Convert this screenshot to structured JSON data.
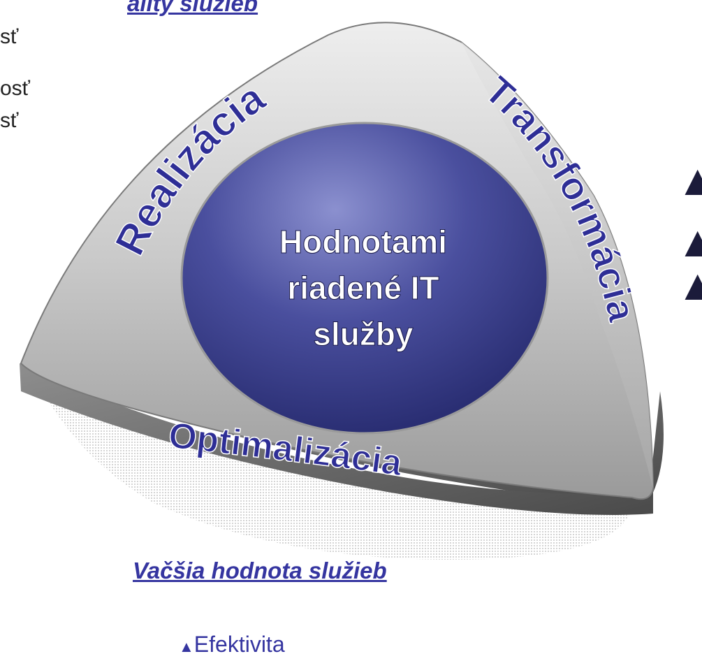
{
  "top_left": {
    "heading": "ality služieb",
    "items": [
      "sť",
      "osť",
      "sť"
    ]
  },
  "right_markers": [
    "▲",
    "▲",
    "▲"
  ],
  "diagram": {
    "center_text": [
      "Hodnotami",
      "riadené IT",
      "služby"
    ],
    "segments": {
      "left": "Realizácia",
      "right": "Transformácia",
      "bottom": "Optimalizácia"
    }
  },
  "bottom": {
    "heading": "Vačšia hodnota služieb",
    "items": [
      {
        "marker": "▲",
        "label": "Efektivita"
      }
    ]
  },
  "colors": {
    "heading": "#3535a0",
    "segment_label": "#2e2e96",
    "center_fill": "#3a3f8c",
    "triangle_gray": "#8a8a8a"
  }
}
